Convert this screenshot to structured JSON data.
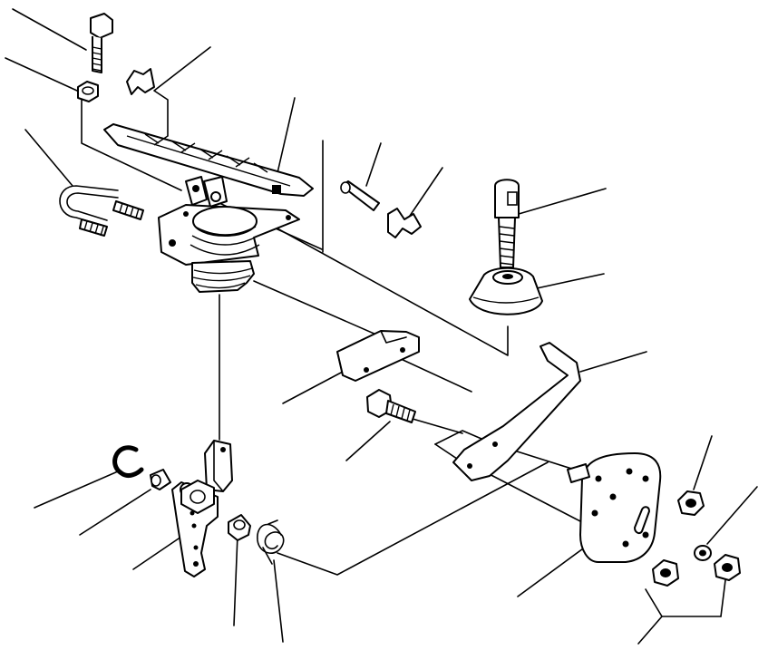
{
  "diagram": {
    "style": "black line-art exploded parts view",
    "background": "#ffffff",
    "line_color": "#000000",
    "parts": [
      "bolt",
      "nut",
      "clip",
      "pedal",
      "u-bolt",
      "pedal-base",
      "boot-spring",
      "pin",
      "retainer-clip",
      "knob",
      "rubber-boot",
      "bracket",
      "shift-lever-bracket",
      "bolt-small",
      "mounting-plate",
      "nut-right",
      "washer",
      "nut-lower",
      "snap-ring",
      "bushing",
      "lever-arm",
      "collar",
      "torsion-spring",
      "rod-end"
    ]
  }
}
